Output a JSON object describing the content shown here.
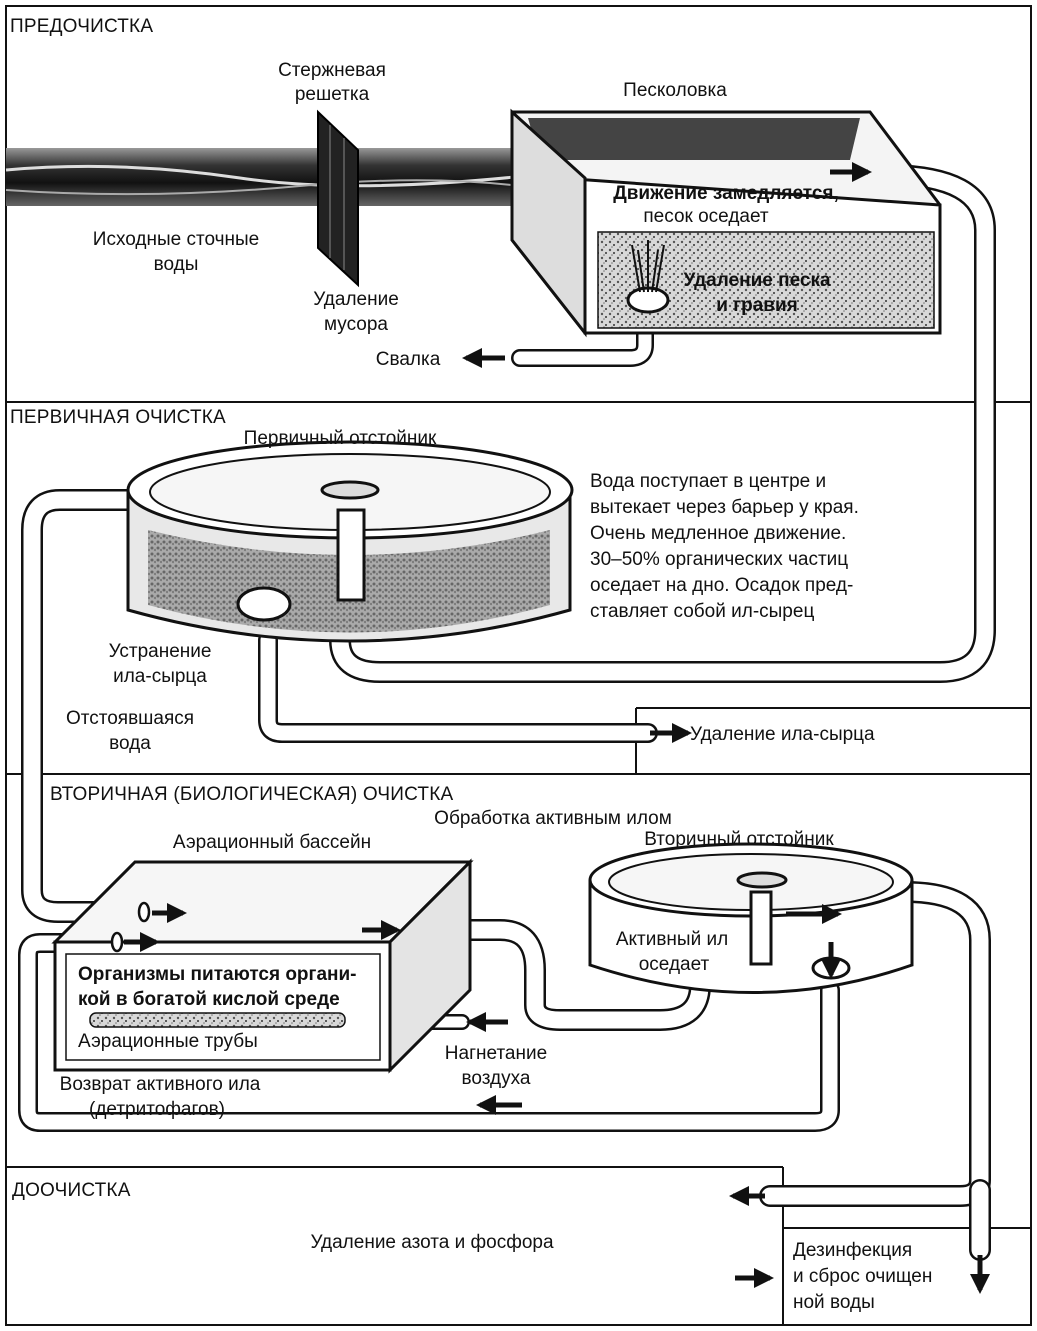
{
  "sections": {
    "pre": "ПРЕДОЧИСТКА",
    "primary": "ПЕРВИЧНАЯ ОЧИСТКА",
    "secondary": "ВТОРИЧНАЯ (БИОЛОГИЧЕСКАЯ) ОЧИСТКА",
    "tertiary": "ДООЧИСТКА"
  },
  "pre": {
    "bar_screen": [
      "Стержневая",
      "решетка"
    ],
    "grit_chamber": "Песколовка",
    "raw_water": [
      "Исходные сточные",
      "воды"
    ],
    "debris_removal": [
      "Удаление",
      "мусора"
    ],
    "landfill": "Свалка",
    "slowdown": [
      "Движение замедляется,",
      "песок оседает"
    ],
    "grit_removal": [
      "Удаление песка",
      "и гравия"
    ]
  },
  "primary": {
    "clarifier": "Первичный отстойник",
    "description": [
      "Вода поступает в центре и",
      "вытекает через барьер у края.",
      "Очень медленное движение.",
      "30–50% органических частиц",
      "оседает на дно. Осадок  пред-",
      "ставляет собой ил-сырец"
    ],
    "raw_sludge_out": [
      "Устранение",
      "ила-сырца"
    ],
    "settled_water": [
      "Отстоявшаяся",
      "вода"
    ],
    "raw_sludge_removal": "Удаление ила-сырца"
  },
  "secondary": {
    "activated_sludge": "Обработка активным илом",
    "aeration_basin": "Аэрационный бассейн",
    "secondary_clarifier": "Вторичный отстойник",
    "organisms": [
      "Организмы питаются органи-",
      "кой в богатой кислой среде"
    ],
    "aeration_pipes": "Аэрационные трубы",
    "air_injection": [
      "Нагнетание",
      "воздуха"
    ],
    "active_sludge_settles": [
      "Активный ил",
      "оседает"
    ],
    "return_sludge": [
      "Возврат активного ила",
      "(детритофагов)"
    ]
  },
  "tertiary": {
    "nitrogen_phosphorus": "Удаление азота и фосфора",
    "disinfection": [
      "Дезинфекция",
      "и сброс очищен",
      "ной воды"
    ]
  }
}
